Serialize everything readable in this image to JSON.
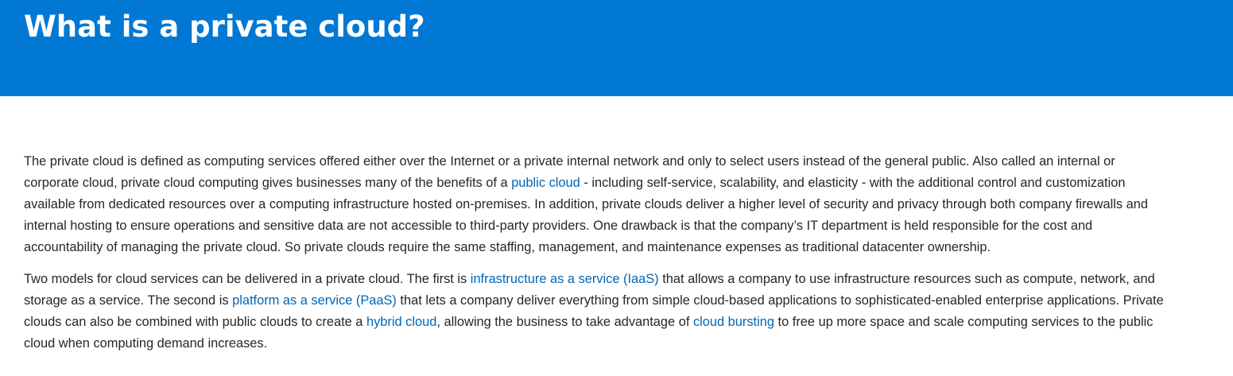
{
  "header": {
    "title": "What is a private cloud?"
  },
  "colors": {
    "header_bg": "#0078d4",
    "link": "#0067b8",
    "text": "#262626"
  },
  "paragraph1": {
    "t1": "The private cloud is defined as computing services offered either over the Internet or a private internal network and only to select users instead of the general public. Also called an internal or corporate cloud, private cloud computing gives businesses many of the benefits of a ",
    "link_public_cloud": "public cloud",
    "t2": " - including self-service, scalability, and elasticity - with the additional control and customization available from dedicated resources over a computing infrastructure hosted on-premises. In addition, private clouds deliver a higher level of security and privacy through both company firewalls and internal hosting to ensure operations and sensitive data are not accessible to third-party providers. One drawback is that the company’s IT department is held responsible for the cost and accountability of managing the private cloud. So private clouds require the same staffing, management, and maintenance expenses as traditional datacenter ownership."
  },
  "paragraph2": {
    "t1": "Two models for cloud services can be delivered in a private cloud. The first is ",
    "link_iaas": "infrastructure as a service (IaaS)",
    "t2": " that allows a company to use infrastructure resources such as compute, network, and storage as a service. The second is ",
    "link_paas": "platform as a service (PaaS)",
    "t3": " that lets a company deliver everything from simple cloud-based applications to sophisticated-enabled enterprise applications. Private clouds can also be combined with public clouds to create a ",
    "link_hybrid": "hybrid cloud",
    "t4": ", allowing the business to take advantage of ",
    "link_bursting": "cloud bursting",
    "t5": " to free up more space and scale computing services to the public cloud when computing demand increases."
  }
}
